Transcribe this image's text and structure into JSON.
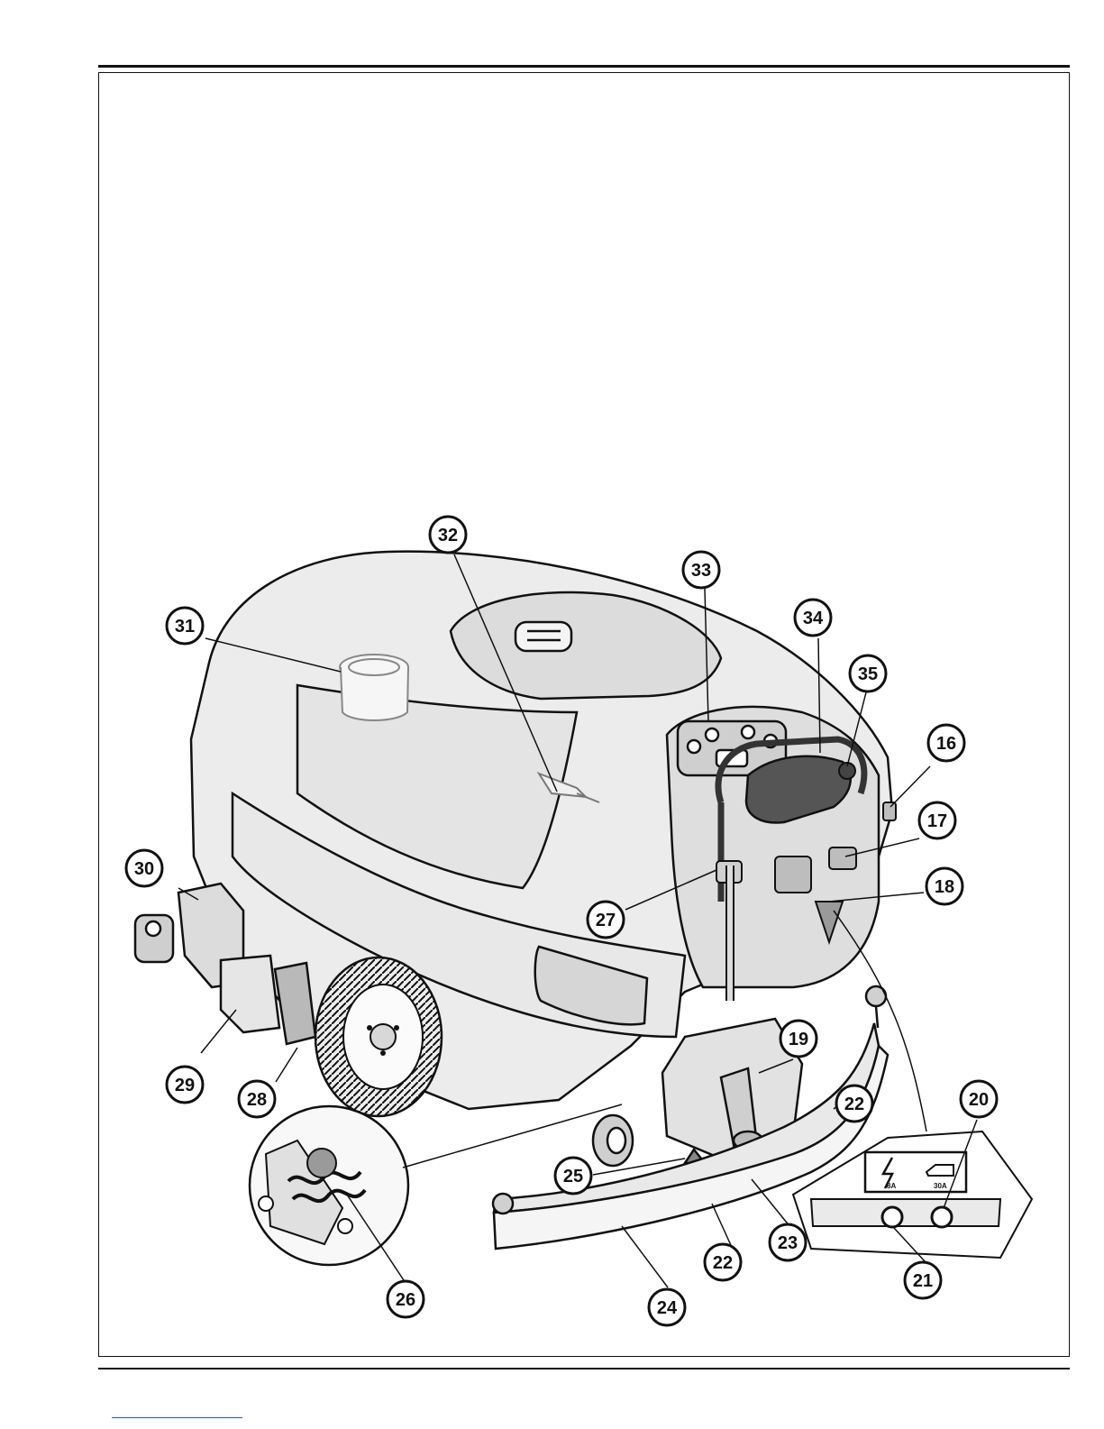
{
  "callouts": [
    {
      "id": "c16",
      "label": "16"
    },
    {
      "id": "c17",
      "label": "17"
    },
    {
      "id": "c18",
      "label": "18"
    },
    {
      "id": "c19",
      "label": "19"
    },
    {
      "id": "c20",
      "label": "20"
    },
    {
      "id": "c21",
      "label": "21"
    },
    {
      "id": "c22a",
      "label": "22"
    },
    {
      "id": "c22b",
      "label": "22"
    },
    {
      "id": "c23",
      "label": "23"
    },
    {
      "id": "c24",
      "label": "24"
    },
    {
      "id": "c25",
      "label": "25"
    },
    {
      "id": "c26",
      "label": "26"
    },
    {
      "id": "c27",
      "label": "27"
    },
    {
      "id": "c28",
      "label": "28"
    },
    {
      "id": "c29",
      "label": "29"
    },
    {
      "id": "c30",
      "label": "30"
    },
    {
      "id": "c31",
      "label": "31"
    },
    {
      "id": "c32",
      "label": "32"
    },
    {
      "id": "c33",
      "label": "33"
    },
    {
      "id": "c34",
      "label": "34"
    },
    {
      "id": "c35",
      "label": "35"
    }
  ],
  "panel": {
    "left_rating": "8A",
    "right_rating": "30A"
  },
  "colors": {
    "line": "#111111",
    "body_fill": "#ececec",
    "dark_fill": "#9a9a9a",
    "link": "#2f4fd6"
  }
}
